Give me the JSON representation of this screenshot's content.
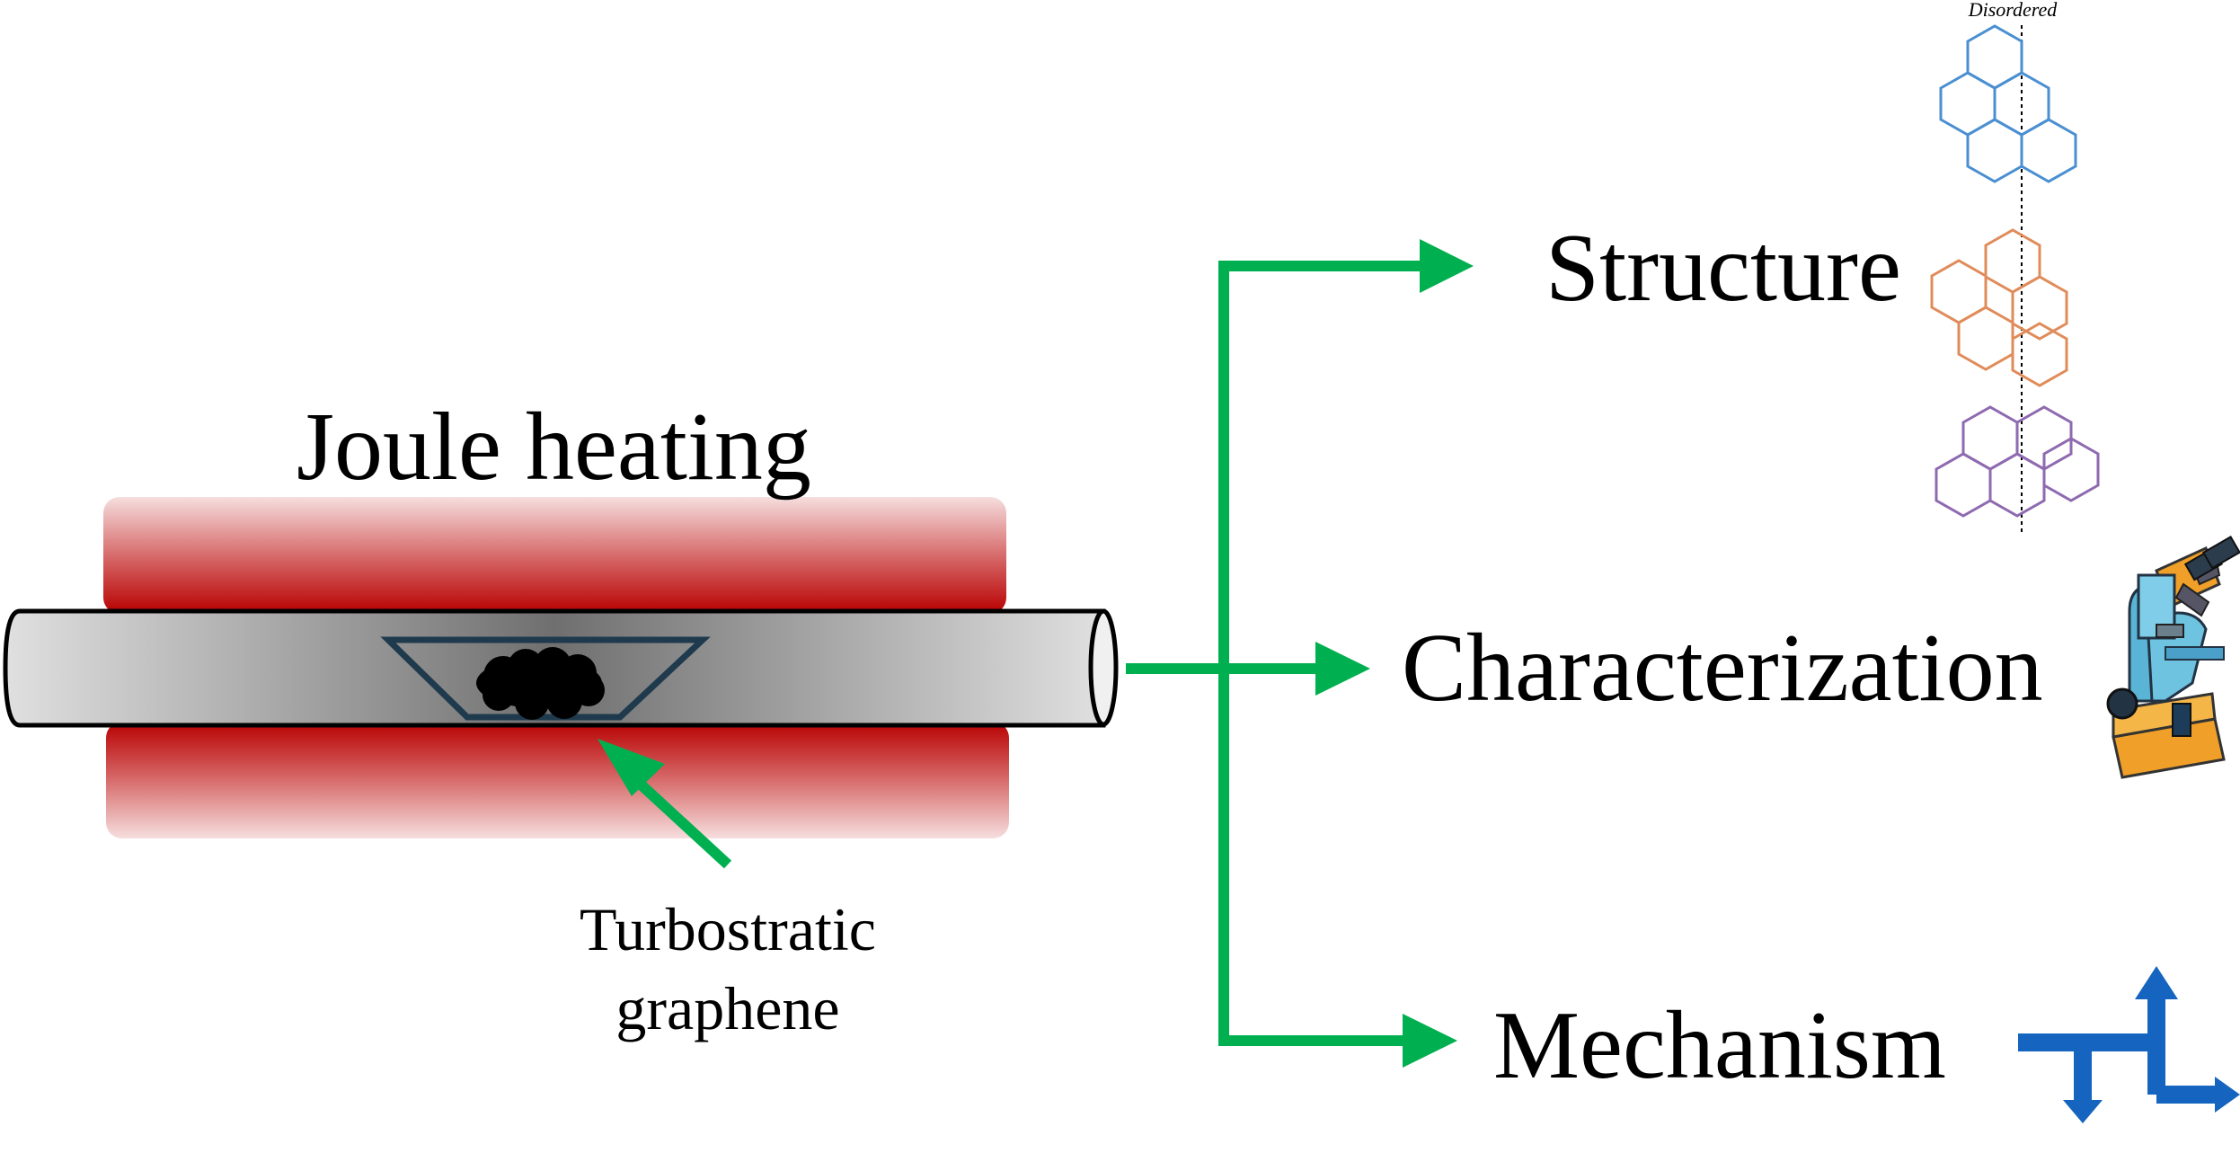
{
  "diagram": {
    "title": "Joule heating",
    "product_label": [
      "Turbostratic",
      "graphene"
    ],
    "branches": [
      {
        "label": "Structure",
        "icon": "graphene-lattice-icon"
      },
      {
        "label": "Characterization",
        "icon": "microscope-icon"
      },
      {
        "label": "Mechanism",
        "icon": "pathway-arrows-icon"
      }
    ],
    "structure_annotation": "Disordered",
    "colors": {
      "arrow": "#00b050",
      "heater": "#c00000",
      "tube_mid": "#777777",
      "boat": "#1f3a4d",
      "mechanism_icon": "#1565c0",
      "lattice_top": "#4a8fd1",
      "lattice_mid": "#e08c5a",
      "lattice_bottom": "#8e6ab0"
    }
  }
}
